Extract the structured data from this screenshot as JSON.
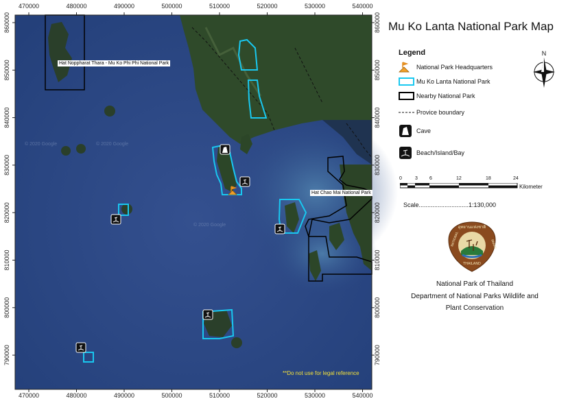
{
  "title": "Mu Ko Lanta National Park Map",
  "axis": {
    "x_ticks": [
      "470000",
      "480000",
      "490000",
      "500000",
      "510000",
      "520000",
      "530000",
      "540000"
    ],
    "y_ticks": [
      "860000",
      "850000",
      "840000",
      "830000",
      "820000",
      "810000",
      "800000",
      "790000"
    ]
  },
  "map_labels": {
    "phi_phi": "Hat Noppharat Thara - Mu Ko Phi Phi National Park",
    "chao_mai": "Hat Chao Mai National Park",
    "watermark": "© 2020 Google"
  },
  "note": "**Do not use for legal reference",
  "north_label": "N",
  "legend": {
    "title": "Legend",
    "items": [
      {
        "label": "National Park Headquarters",
        "icon": "hq-flag-icon"
      },
      {
        "label": "Mu Ko Lanta National Park",
        "icon": "cyan-outline-icon"
      },
      {
        "label": "Nearby National Park",
        "icon": "black-outline-icon"
      },
      {
        "label": "Provice boundary",
        "icon": "dashed-line-icon"
      },
      {
        "label": "Cave",
        "icon": "cave-icon"
      },
      {
        "label": "Beach/Island/Bay",
        "icon": "beach-icon"
      }
    ]
  },
  "scale_bar": {
    "ticks": [
      "0",
      "3",
      "6",
      "12",
      "18",
      "24"
    ],
    "unit": "Kilometer",
    "scale_text": "Scale.............................1:130,000"
  },
  "logo": {
    "top_text": "อุทยานแห่งชาติ",
    "left_text": "NATIONAL",
    "right_text": "PARKS",
    "bottom_text": "THAILAND"
  },
  "organization": {
    "line1": "National Park of Thailand",
    "line2": "Department of National Parks Wildlife and",
    "line3": "Plant Conservation"
  },
  "colors": {
    "sea": "#2c4a86",
    "land": "#2f4a2a",
    "park_outline": "#19c8f0",
    "nearby_outline": "#000000",
    "note": "#f5e23a"
  }
}
